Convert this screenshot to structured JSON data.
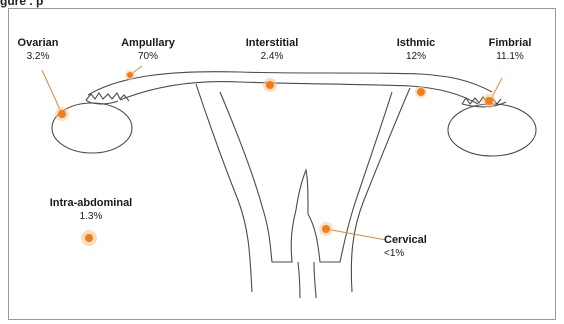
{
  "caption_fragment": "gure   .  p",
  "sites": [
    {
      "name": "Ovarian",
      "percent": "3.2%"
    },
    {
      "name": "Ampullary",
      "percent": "70%"
    },
    {
      "name": "Interstitial",
      "percent": "2.4%"
    },
    {
      "name": "Isthmic",
      "percent": "12%"
    },
    {
      "name": "Fimbrial",
      "percent": "11.1%"
    },
    {
      "name": "Intra-abdominal",
      "percent": "1.3%"
    },
    {
      "name": "Cervical",
      "percent": "<1%"
    }
  ],
  "colors": {
    "marker": "#f07d1a",
    "marker_halo": "#f9c48f",
    "outline": "#4a4a4a",
    "leader": "#e08a2e",
    "frame": "#9a9a9a"
  }
}
